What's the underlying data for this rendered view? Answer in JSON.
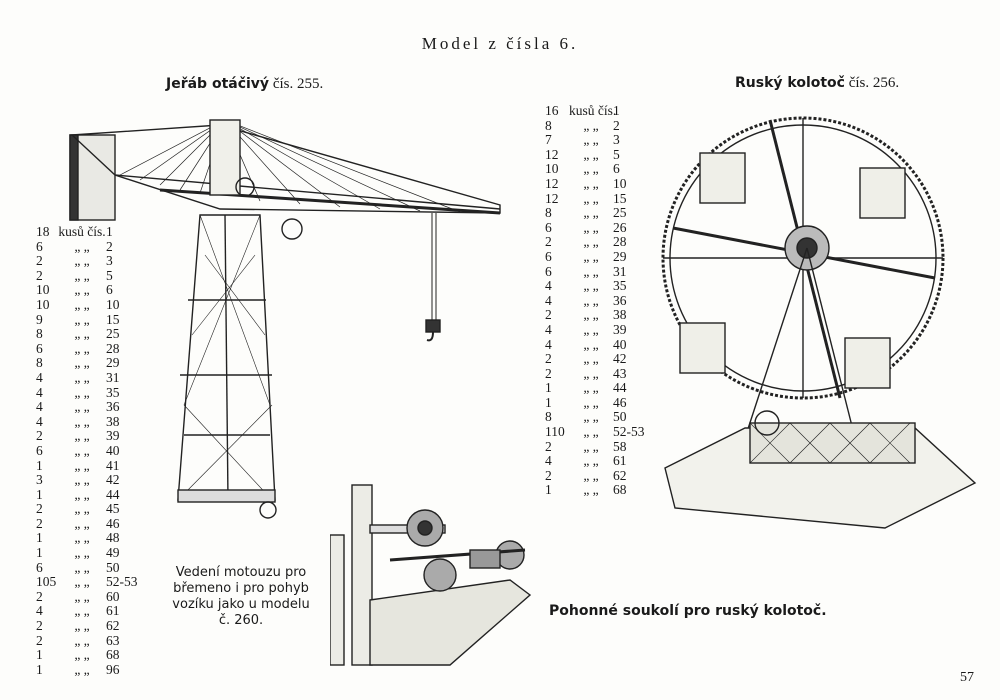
{
  "header": "Model z čísla 6.",
  "crane": {
    "title_bold": "Jeřáb otáčivý",
    "title_rest": "čís. 255.",
    "parts": [
      {
        "q": "18",
        "d": "kusů čís.",
        "n": "1"
      },
      {
        "q": "6",
        "d": "„    „",
        "n": "2"
      },
      {
        "q": "2",
        "d": "„    „",
        "n": "3"
      },
      {
        "q": "2",
        "d": "„    „",
        "n": "5"
      },
      {
        "q": "10",
        "d": "„    „",
        "n": "6"
      },
      {
        "q": "10",
        "d": "„    „",
        "n": "10"
      },
      {
        "q": "9",
        "d": "„    „",
        "n": "15"
      },
      {
        "q": "8",
        "d": "„    „",
        "n": "25"
      },
      {
        "q": "6",
        "d": "„    „",
        "n": "28"
      },
      {
        "q": "8",
        "d": "„    „",
        "n": "29"
      },
      {
        "q": "4",
        "d": "„    „",
        "n": "31"
      },
      {
        "q": "4",
        "d": "„    „",
        "n": "35"
      },
      {
        "q": "4",
        "d": "„    „",
        "n": "36"
      },
      {
        "q": "4",
        "d": "„    „",
        "n": "38"
      },
      {
        "q": "2",
        "d": "„    „",
        "n": "39"
      },
      {
        "q": "6",
        "d": "„    „",
        "n": "40"
      },
      {
        "q": "1",
        "d": "„    „",
        "n": "41"
      },
      {
        "q": "3",
        "d": "„    „",
        "n": "42"
      },
      {
        "q": "1",
        "d": "„    „",
        "n": "44"
      },
      {
        "q": "2",
        "d": "„    „",
        "n": "45"
      },
      {
        "q": "2",
        "d": "„    „",
        "n": "46"
      },
      {
        "q": "1",
        "d": "„    „",
        "n": "48"
      },
      {
        "q": "1",
        "d": "„    „",
        "n": "49"
      },
      {
        "q": "6",
        "d": "„    „",
        "n": "50"
      },
      {
        "q": "105",
        "d": "„    „",
        "n": "52-53"
      },
      {
        "q": "2",
        "d": "„    „",
        "n": "60"
      },
      {
        "q": "4",
        "d": "„    „",
        "n": "61"
      },
      {
        "q": "2",
        "d": "„    „",
        "n": "62"
      },
      {
        "q": "2",
        "d": "„    „",
        "n": "63"
      },
      {
        "q": "1",
        "d": "„    „",
        "n": "68"
      },
      {
        "q": "1",
        "d": "„    „",
        "n": "96"
      }
    ]
  },
  "wheel": {
    "title_bold": "Ruský kolotoč",
    "title_rest": "čís. 256.",
    "parts": [
      {
        "q": "16",
        "d": "kusů čís.",
        "n": "1"
      },
      {
        "q": "8",
        "d": "„    „",
        "n": "2"
      },
      {
        "q": "7",
        "d": "„    „",
        "n": "3"
      },
      {
        "q": "12",
        "d": "„    „",
        "n": "5"
      },
      {
        "q": "10",
        "d": "„    „",
        "n": "6"
      },
      {
        "q": "12",
        "d": "„    „",
        "n": "10"
      },
      {
        "q": "12",
        "d": "„    „",
        "n": "15"
      },
      {
        "q": "8",
        "d": "„    „",
        "n": "25"
      },
      {
        "q": "6",
        "d": "„    „",
        "n": "26"
      },
      {
        "q": "2",
        "d": "„    „",
        "n": "28"
      },
      {
        "q": "6",
        "d": "„    „",
        "n": "29"
      },
      {
        "q": "6",
        "d": "„    „",
        "n": "31"
      },
      {
        "q": "4",
        "d": "„    „",
        "n": "35"
      },
      {
        "q": "4",
        "d": "„    „",
        "n": "36"
      },
      {
        "q": "2",
        "d": "„    „",
        "n": "38"
      },
      {
        "q": "4",
        "d": "„    „",
        "n": "39"
      },
      {
        "q": "4",
        "d": "„    „",
        "n": "40"
      },
      {
        "q": "2",
        "d": "„    „",
        "n": "42"
      },
      {
        "q": "2",
        "d": "„    „",
        "n": "43"
      },
      {
        "q": "1",
        "d": "„    „",
        "n": "44"
      },
      {
        "q": "1",
        "d": "„    „",
        "n": "46"
      },
      {
        "q": "8",
        "d": "„    „",
        "n": "50"
      },
      {
        "q": "110",
        "d": "„    „",
        "n": "52-53"
      },
      {
        "q": "2",
        "d": "„    „",
        "n": "58"
      },
      {
        "q": "4",
        "d": "„    „",
        "n": "61"
      },
      {
        "q": "2",
        "d": "„    „",
        "n": "62"
      },
      {
        "q": "1",
        "d": "„    „",
        "n": "68"
      }
    ]
  },
  "caption": "Vedení motouzu pro břemeno i pro pohyb vozíku jako u modelu č. 260.",
  "drive_title": "Pohonné soukolí pro ruský kolotoč.",
  "page_number": "57"
}
